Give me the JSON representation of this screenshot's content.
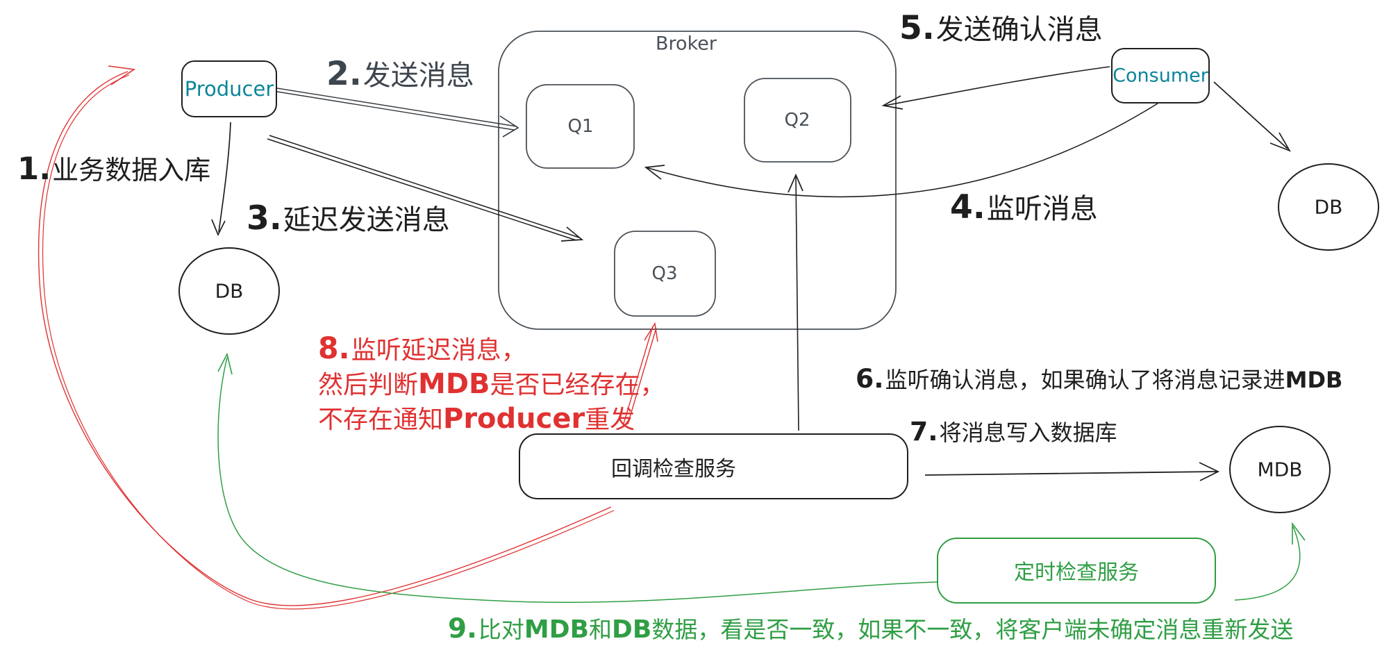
{
  "colors": {
    "ink": "#1e1e1e",
    "shape_gray": "#495057",
    "teal": "#0c8599",
    "red": "#e03131",
    "green": "#2f9e44"
  },
  "nodes": {
    "producer": "Producer",
    "broker": "Broker",
    "q1": "Q1",
    "q2": "Q2",
    "q3": "Q3",
    "consumer": "Consumer",
    "db_left": "DB",
    "db_right": "DB",
    "mdb": "MDB",
    "callback_service": "回调检查服务",
    "timer_service": "定时检查服务"
  },
  "steps": {
    "s1": {
      "num": "1.",
      "text": "业务数据入库"
    },
    "s2": {
      "num": "2.",
      "text": "发送消息"
    },
    "s3": {
      "num": "3.",
      "text": "延迟发送消息"
    },
    "s4": {
      "num": "4.",
      "text": "监听消息"
    },
    "s5": {
      "num": "5.",
      "text": "发送确认消息"
    },
    "s6": {
      "num": "6.",
      "pre": "监听确认消息，如果确认了将消息记录进",
      "em": "MDB"
    },
    "s7": {
      "num": "7.",
      "text": "将消息写入数据库"
    },
    "s8": {
      "num": "8.",
      "l1": "监听延迟消息，",
      "l2a": "然后判断",
      "l2b": "MDB",
      "l2c": "是否已经存在，",
      "l3a": "不存在通知",
      "l3b": "Producer",
      "l3c": "重发"
    },
    "s9": {
      "num": "9.",
      "a": "比对",
      "b": "MDB",
      "c": "和",
      "d": "DB",
      "e": "数据，看是否一致，如果不一致，将客户端未确定消息重新发送"
    }
  }
}
